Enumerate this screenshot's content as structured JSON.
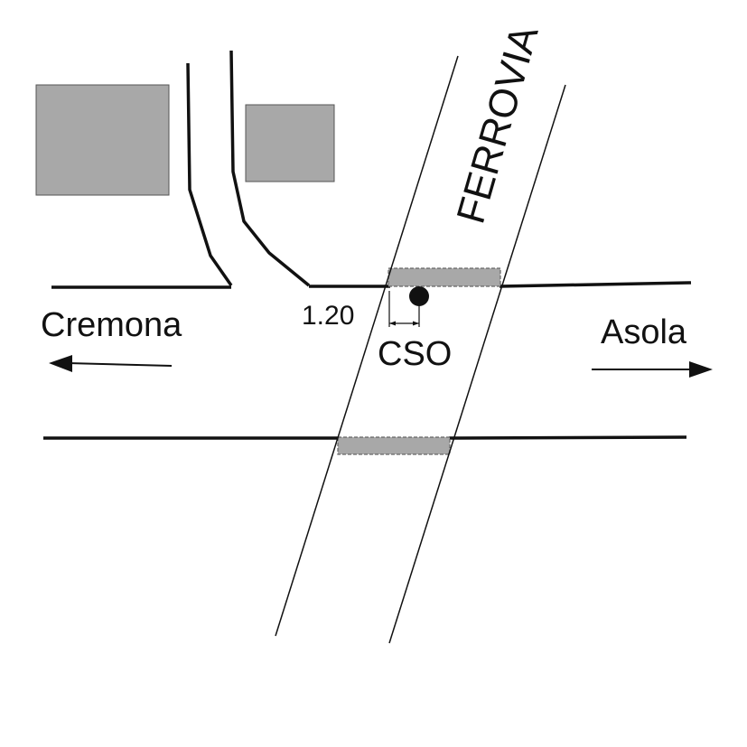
{
  "labels": {
    "railway": "FERROVIA",
    "west_destination": "Cremona",
    "east_destination": "Asola",
    "station": "CSO",
    "offset_distance": "1.20"
  },
  "colors": {
    "line": "#111111",
    "building_fill": "#a8a8a8",
    "crossing_fill": "#a8a8a8",
    "background": "#ffffff"
  }
}
